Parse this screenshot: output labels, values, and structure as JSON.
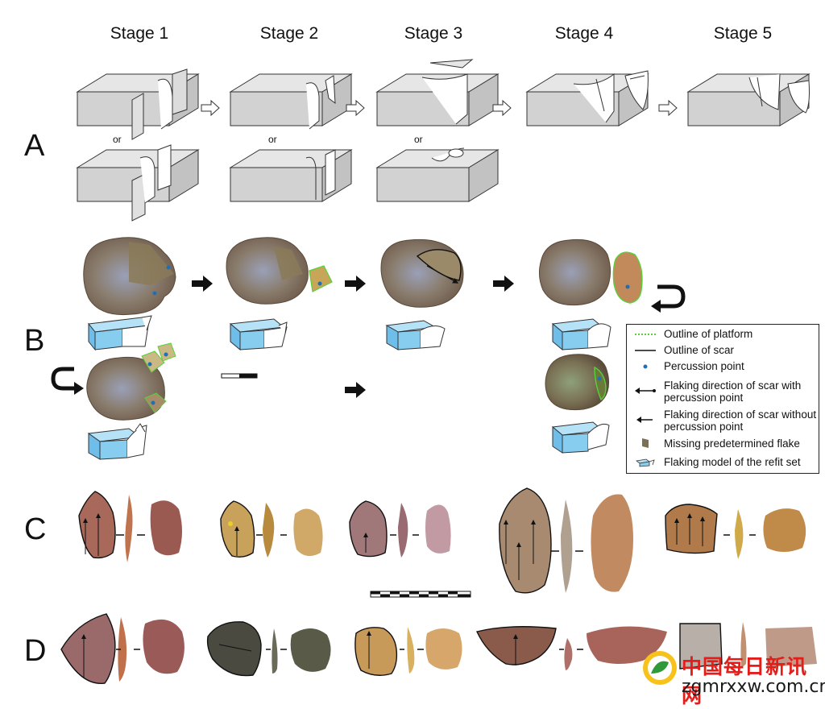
{
  "stages": [
    "Stage 1",
    "Stage 2",
    "Stage 3",
    "Stage 4",
    "Stage 5"
  ],
  "rows": [
    "A",
    "B",
    "C",
    "D"
  ],
  "or_label": "or",
  "legend": {
    "items": [
      {
        "name": "outline-platform",
        "label": "Outline of platform"
      },
      {
        "name": "outline-scar",
        "label": "Outline of scar"
      },
      {
        "name": "percussion-point",
        "label": "Percussion point"
      },
      {
        "name": "flaking-with-point",
        "label": "Flaking direction of scar with percussion point"
      },
      {
        "name": "flaking-without-point",
        "label": "Flaking direction of scar without percussion point"
      },
      {
        "name": "missing-flake",
        "label": "Missing predetermined flake"
      },
      {
        "name": "flaking-model",
        "label": "Flaking model of the refit set"
      }
    ]
  },
  "watermark": {
    "cn": "中国每日新讯网",
    "en": "zgmrxxw.com.cn"
  },
  "colors": {
    "block": "#d9d9d9",
    "blue_model": "#87cdf0",
    "platform": "#5bcf3a",
    "percussion": "#1f6fb5",
    "watermark": "#e31d1a"
  }
}
